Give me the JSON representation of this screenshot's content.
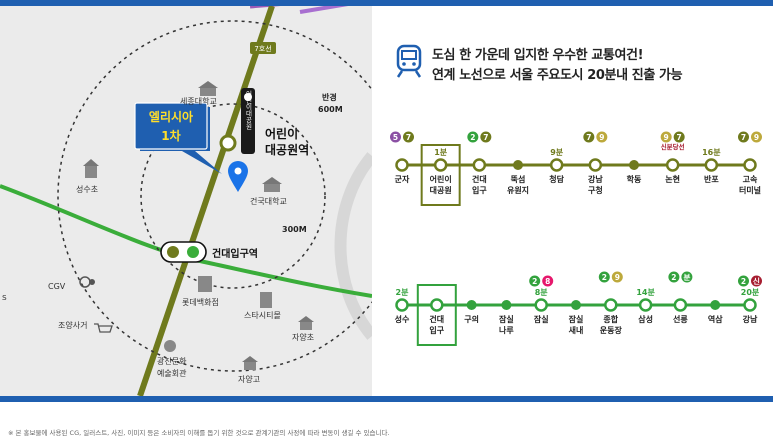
{
  "headline": {
    "line1": "도심 한 가운데 입지한 우수한 교통여건!",
    "line2": "연계 노선으로 서울 주요도시 20분내 진출 가능"
  },
  "map": {
    "line7_label": "7호선",
    "vertical_station_sign": "어린이대공원",
    "complex_callout": [
      "엘리시아",
      "1차"
    ],
    "station_children": [
      "어린이",
      "대공원역"
    ],
    "station_konkuk": "건대입구역",
    "radius_600": [
      "반경",
      "600M"
    ],
    "radius_300": "300M",
    "s_letter": "s",
    "pois": {
      "sejong": "세종대학교",
      "seongsu": "성수초",
      "konkuk": "건국대학교",
      "cgv": "CGV",
      "joyang": "조양사거",
      "lotte": "롯데백화점",
      "starcity": "스타시티몰",
      "jayang_elem": "자양초",
      "gwangjin": [
        "광진문화",
        "예술회관"
      ],
      "jayang_high": "자양고"
    }
  },
  "line7": {
    "times": [
      "",
      "1분",
      "",
      "",
      "9분",
      "",
      "",
      "",
      "16분"
    ],
    "stations": [
      [
        "군자"
      ],
      [
        "어린이",
        "대공원"
      ],
      [
        "건대",
        "입구"
      ],
      [
        "뚝섬",
        "유원지"
      ],
      [
        "청담"
      ],
      [
        "강남",
        "구청"
      ],
      [
        "학동"
      ],
      [
        "논현"
      ],
      [
        "반포"
      ],
      [
        "고속",
        "터미널"
      ]
    ],
    "transfer_badges": [
      [
        "5",
        "7"
      ],
      null,
      [
        "2",
        "7"
      ],
      null,
      null,
      [
        "7",
        "9"
      ],
      null,
      [
        "9",
        "7"
      ],
      null,
      [
        "7",
        "9"
      ]
    ],
    "sinbundang_label": "신분당선"
  },
  "line2": {
    "times": [
      "2분",
      "",
      "",
      "",
      "8분",
      "",
      "",
      "14분",
      "",
      "",
      "20분"
    ],
    "stations": [
      [
        "성수"
      ],
      [
        "건대",
        "입구"
      ],
      [
        "구의"
      ],
      [
        "잠실",
        "나루"
      ],
      [
        "잠실"
      ],
      [
        "잠실",
        "새내"
      ],
      [
        "종합",
        "운동장"
      ],
      [
        "삼성"
      ],
      [
        "선릉"
      ],
      [
        "역삼"
      ],
      [
        "강남"
      ]
    ],
    "transfer_badges": [
      null,
      null,
      null,
      null,
      [
        "2",
        "8"
      ],
      null,
      [
        "2",
        "9"
      ],
      null,
      [
        "2",
        "분"
      ],
      null,
      [
        "2",
        "신"
      ]
    ]
  },
  "footnote": "※ 본 홍보물에 사용된 CG, 일러스트, 사진, 이미지 등은 소비자의 이해를 돕기 위한 것으로 관계기관의 사정에 따라 변동이 생길 수 있습니다.",
  "colors": {
    "line7": "#6f7a1d",
    "line2": "#33a23d",
    "line5": "#8b50a4",
    "line8": "#e6186c",
    "line9": "#bda93c",
    "sinbundang": "#a71e31",
    "highlight_box": "#6f7a1d",
    "callout": "#1f5fb0",
    "brand_blue": "#1f5fb0"
  }
}
